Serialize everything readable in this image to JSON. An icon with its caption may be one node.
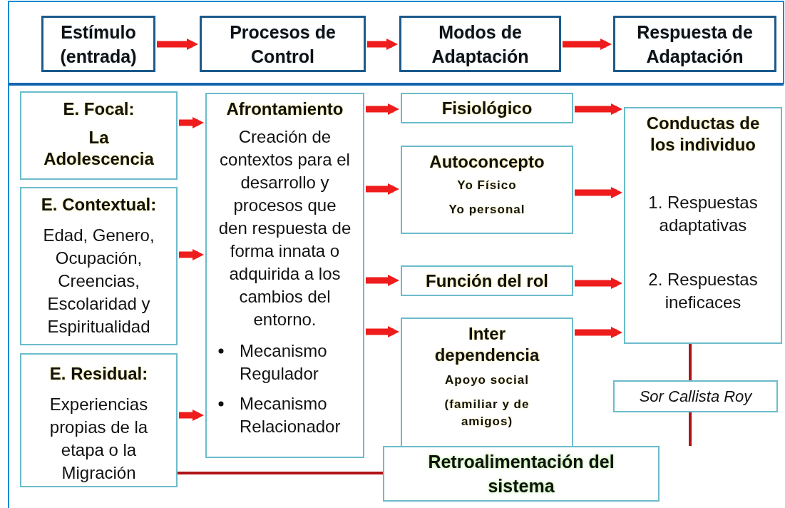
{
  "diagram": {
    "nodes": [
      {
        "text": [
          "Estímulo (entrada)"
        ]
      },
      {
        "text": [
          "Procesos de Control"
        ]
      },
      {
        "text": [
          "Modos de Adaptación"
        ]
      },
      {
        "text": [
          "Respuesta de Adaptación"
        ]
      },
      {
        "text": [
          "E. Focal:",
          "La Adolescencia"
        ]
      },
      {
        "text": [
          "E. Contextual:",
          "Edad, Genero, Ocupación, Creencias, Escolaridad y Espiritualidad"
        ]
      },
      {
        "text": [
          "E. Residual:",
          "Experiencias propias de la etapa o la Migración"
        ]
      },
      {
        "text": [
          "Afrontamiento",
          "Creación de contextos para el desarrollo y procesos que den respuesta de forma innata o adquirida a los cambios del entorno.",
          "Mecanismo Regulador",
          "Mecanismo Relacionador"
        ]
      },
      {
        "text": [
          "Fisiológico"
        ]
      },
      {
        "text": [
          "Autoconcepto",
          "Yo Físico",
          "Yo personal"
        ]
      },
      {
        "text": [
          "Función del rol"
        ]
      },
      {
        "text": [
          "Inter dependencia",
          "Apoyo social",
          "(familiar y de amigos)"
        ]
      },
      {
        "text": [
          "Conductas de los individuo",
          "1. Respuestas adaptativas",
          "2. Respuestas ineficaces"
        ]
      },
      {
        "text": [
          "Sor Callista Roy"
        ]
      },
      {
        "text": [
          "Retroalimentación del sistema"
        ]
      }
    ],
    "edges": [
      {
        "from": 0,
        "to": 1,
        "arrow": "to"
      },
      {
        "from": 1,
        "to": 2,
        "arrow": "to"
      },
      {
        "from": 2,
        "to": 3,
        "arrow": "to"
      },
      {
        "from": 4,
        "to": 7,
        "arrow": "to"
      },
      {
        "from": 5,
        "to": 7,
        "arrow": "to"
      },
      {
        "from": 6,
        "to": 7,
        "arrow": "to"
      },
      {
        "from": 7,
        "to": 8,
        "arrow": "to"
      },
      {
        "from": 7,
        "to": 9,
        "arrow": "to"
      },
      {
        "from": 7,
        "to": 10,
        "arrow": "to"
      },
      {
        "from": 7,
        "to": 11,
        "arrow": "to"
      },
      {
        "from": 8,
        "to": 12,
        "arrow": "to"
      },
      {
        "from": 9,
        "to": 12,
        "arrow": "to"
      },
      {
        "from": 10,
        "to": 12,
        "arrow": "to"
      },
      {
        "from": 11,
        "to": 12,
        "arrow": "to"
      },
      {
        "from": 6,
        "to": 14,
        "arrow": "none",
        "color": "#b01418"
      },
      {
        "from": 14,
        "to": 13,
        "arrow": "none",
        "color": "#b01418"
      },
      {
        "from": 13,
        "to": 12,
        "arrow": "none",
        "color": "#b01418"
      }
    ]
  }
}
